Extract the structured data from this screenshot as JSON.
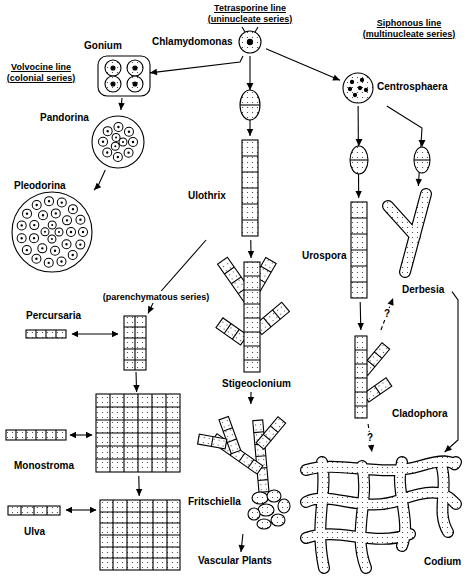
{
  "diagram": {
    "nodes": [
      {
        "text": [
          "Chlamydomonas"
        ]
      },
      {
        "text": [
          "Gonium"
        ]
      },
      {
        "text": [
          "Centrosphaera"
        ]
      },
      {
        "text": [
          "Pandorina"
        ]
      },
      {
        "text": [
          "Ulothrix"
        ]
      },
      {
        "text": [
          "Urospora"
        ]
      },
      {
        "text": [
          "Derbesia"
        ]
      },
      {
        "text": [
          "Pleodorina"
        ]
      },
      {
        "text": [
          "Stigeoclonium"
        ]
      },
      {
        "text": [
          "Percursaria"
        ]
      },
      {
        "text": [
          "Cladophora"
        ]
      },
      {
        "text": [
          "Monostroma"
        ]
      },
      {
        "text": [
          "Fritschiella"
        ]
      },
      {
        "text": [
          "Ulva"
        ]
      },
      {
        "text": [
          "Codium"
        ]
      },
      {
        "text": [
          "Vascular Plants"
        ]
      }
    ],
    "edges": [
      {
        "from": 0,
        "to": 1,
        "arrow": "to"
      },
      {
        "from": 0,
        "to": 2,
        "arrow": "to"
      },
      {
        "from": 0,
        "to": 4,
        "arrow": "to"
      },
      {
        "from": 1,
        "to": 3,
        "arrow": "to"
      },
      {
        "from": 3,
        "to": 7,
        "arrow": "to"
      },
      {
        "from": 2,
        "to": 5,
        "arrow": "to"
      },
      {
        "from": 2,
        "to": 6,
        "arrow": "to"
      },
      {
        "from": 4,
        "to": 9,
        "label": "(parenchymatous series)",
        "arrow": "to"
      },
      {
        "from": 4,
        "to": 8,
        "arrow": "to"
      },
      {
        "from": 9,
        "to": 11,
        "arrow": "to"
      },
      {
        "from": 11,
        "to": 13,
        "arrow": "to"
      },
      {
        "from": 8,
        "to": 12,
        "arrow": "to"
      },
      {
        "from": 12,
        "to": 15,
        "arrow": "to"
      },
      {
        "from": 5,
        "to": 10,
        "arrow": "to"
      },
      {
        "from": 10,
        "to": 6,
        "label": "?",
        "arrow": "to"
      },
      {
        "from": 10,
        "to": 14,
        "label": "?",
        "arrow": "to"
      },
      {
        "from": 6,
        "to": 14,
        "arrow": "to"
      }
    ],
    "labels": [
      "Tetrasporine line (uninucleate series)",
      "Siphonous line (multinucleate series)",
      "Volvocine line (colonial series)"
    ]
  }
}
